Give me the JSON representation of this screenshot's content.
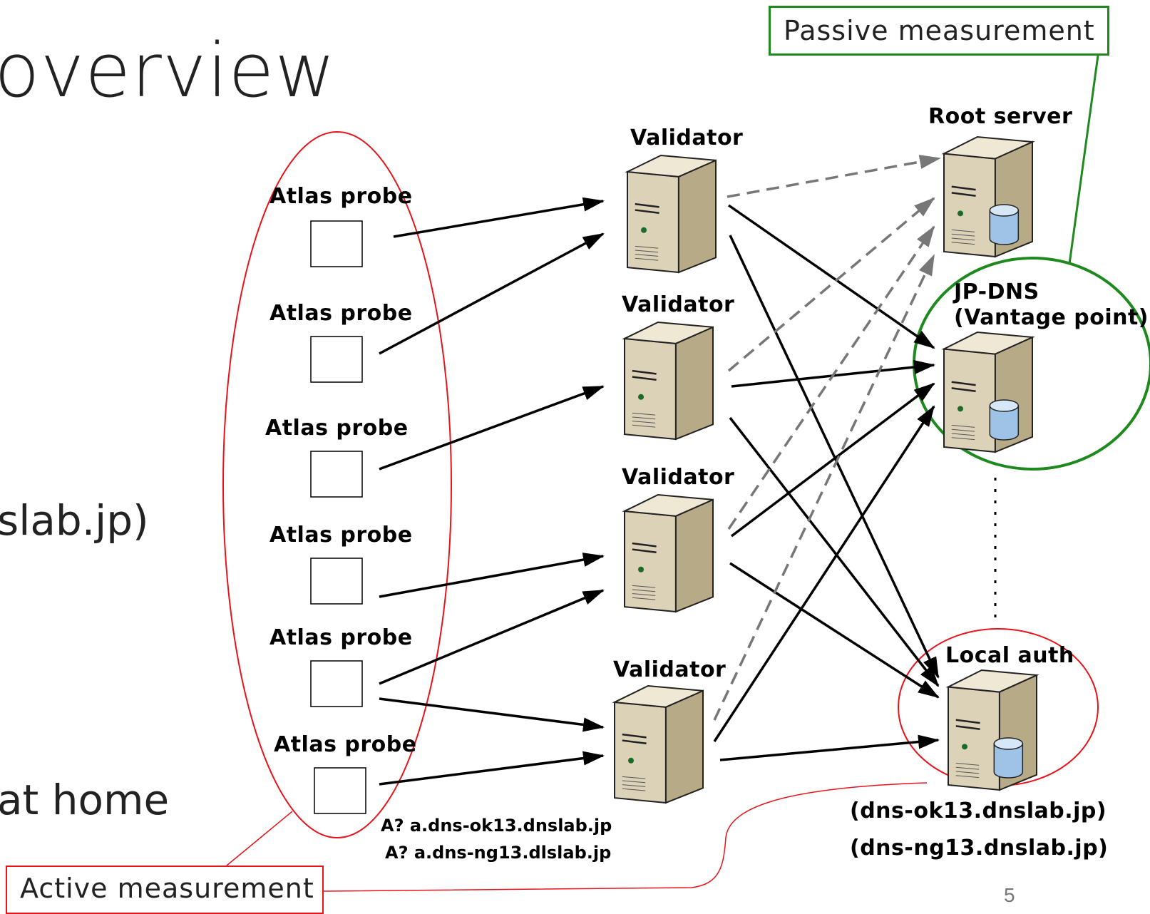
{
  "slide": {
    "title": "overview",
    "bullet_fragments": [
      "slab.jp)",
      "at home"
    ],
    "page_number": "5"
  },
  "labels": {
    "passive_measurement": "Passive measurement",
    "active_measurement": "Active measurement"
  },
  "probes": [
    {
      "label": "Atlas probe"
    },
    {
      "label": "Atlas probe"
    },
    {
      "label": "Atlas probe"
    },
    {
      "label": "Atlas probe"
    },
    {
      "label": "Atlas probe"
    },
    {
      "label": "Atlas probe"
    }
  ],
  "validators": [
    {
      "label": "Validator"
    },
    {
      "label": "Validator"
    },
    {
      "label": "Validator"
    },
    {
      "label": "Validator"
    }
  ],
  "servers": {
    "root": {
      "label": "Root server"
    },
    "jpdns": {
      "label_line1": "JP-DNS",
      "label_line2": "(Vantage point)"
    },
    "local_auth": {
      "label": "Local auth",
      "zone1": "(dns-ok13.dnslab.jp)",
      "zone2": "(dns-ng13.dnslab.jp)"
    }
  },
  "queries": [
    "A? a.dns-ok13.dnslab.jp",
    "A? a.dns-ng13.dlslab.jp"
  ],
  "colors": {
    "active": "#e8141b",
    "passive": "#1e8a1e",
    "arrow": "#000000",
    "dashed": "#777777",
    "server_front": "#dcd2b8",
    "server_side": "#b7aa86",
    "db": "#9ec3e6"
  }
}
